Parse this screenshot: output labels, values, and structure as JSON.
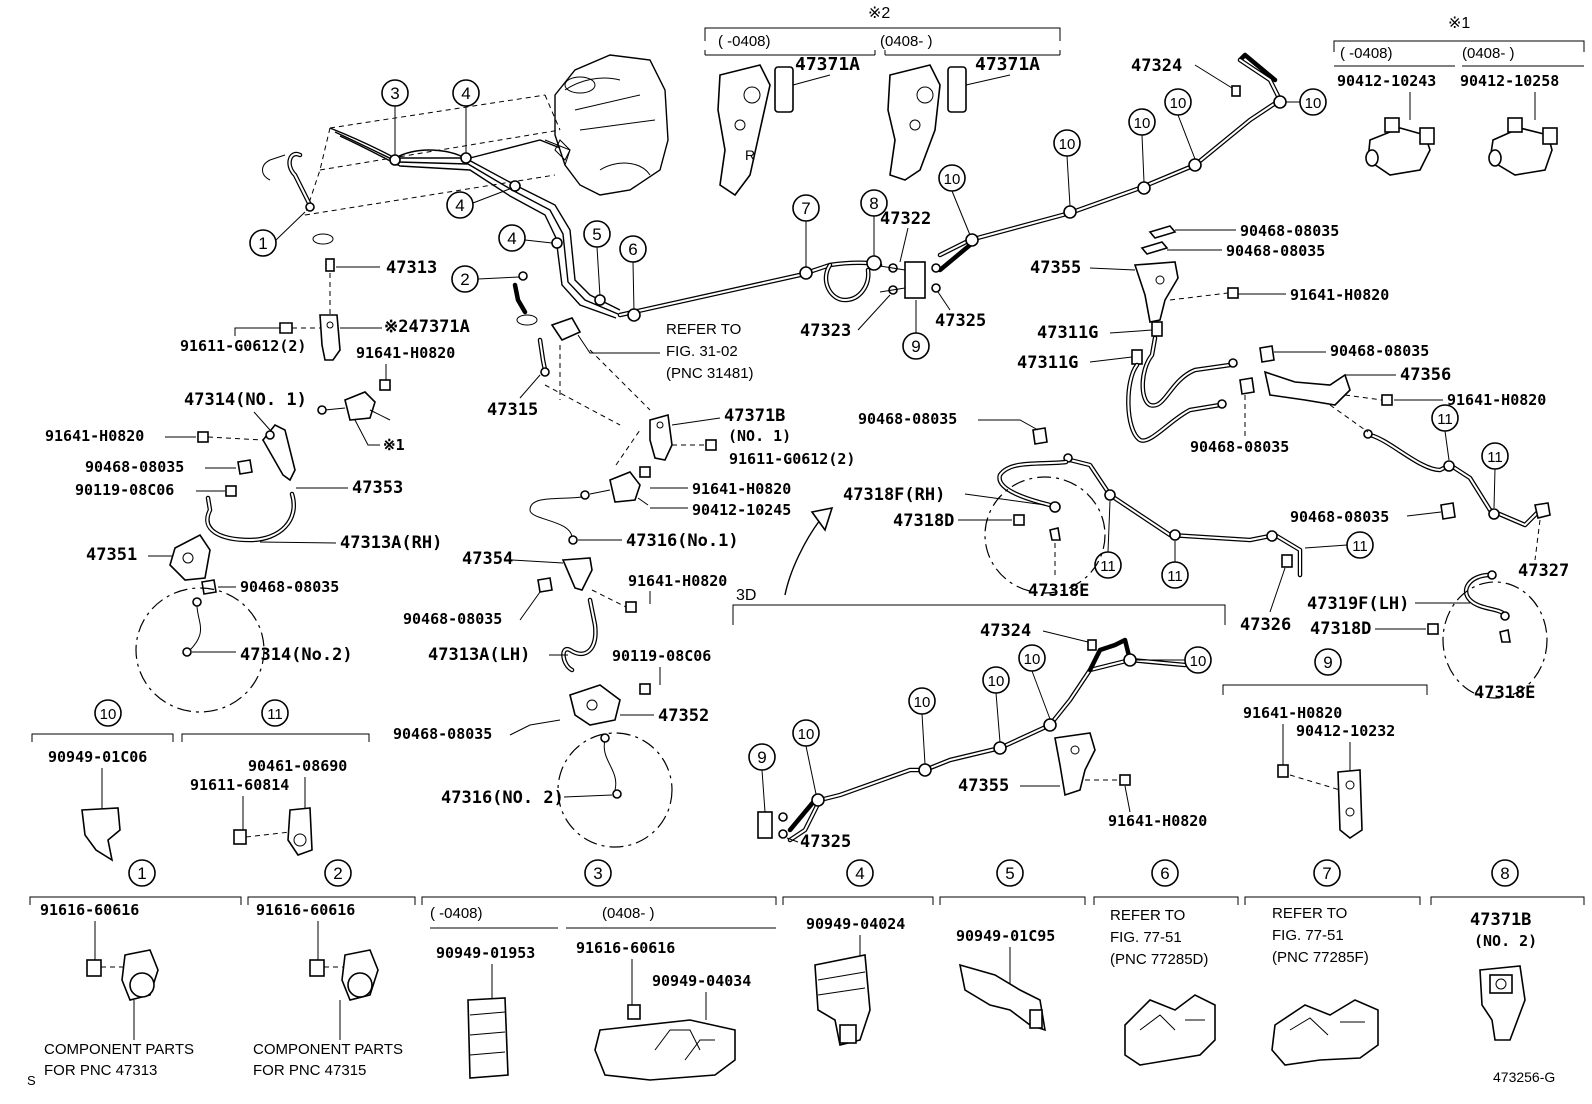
{
  "diagram": {
    "callouts": [
      {
        "id": "c1",
        "num": "1"
      },
      {
        "id": "c2",
        "num": "2"
      },
      {
        "id": "c3",
        "num": "3"
      },
      {
        "id": "c4a",
        "num": "4"
      },
      {
        "id": "c4b",
        "num": "4"
      },
      {
        "id": "c4c",
        "num": "4"
      },
      {
        "id": "c5",
        "num": "5"
      },
      {
        "id": "c6",
        "num": "6"
      },
      {
        "id": "c7",
        "num": "7"
      },
      {
        "id": "c8",
        "num": "8"
      },
      {
        "id": "c9a",
        "num": "9"
      },
      {
        "id": "c9b",
        "num": "9"
      },
      {
        "id": "c9c",
        "num": "9"
      },
      {
        "id": "c10",
        "num": "10"
      },
      {
        "id": "c11",
        "num": "11"
      }
    ],
    "labels": {
      "l47313": "47313",
      "l47371A_left": "※247371A",
      "l91611_g0612_l": "91611-G0612(2)",
      "l91641_h0820_a": "91641-H0820",
      "l47314_no1": "47314(NO. 1)",
      "l91641_h0820_b": "91641-H0820",
      "l90468_a": "90468-08035",
      "l90119_a": "90119-08C06",
      "l47353": "47353",
      "l47351": "47351",
      "l47313A_rh": "47313A(RH)",
      "l90468_b": "90468-08035",
      "l47314_no2": "47314(No.2)",
      "l47315": "47315",
      "l47371B_no1a": "47371B",
      "l47371B_no1b": "(NO. 1)",
      "l91611_g0612_r": "91611-G0612(2)",
      "l91641_h0820_c": "91641-H0820",
      "l90412_10245": "90412-10245",
      "l47316_no1": "47316(No.1)",
      "l47354": "47354",
      "l91641_h0820_d": "91641-H0820",
      "l90468_c": "90468-08035",
      "l47313A_lh": "47313A(LH)",
      "l90119_b": "90119-08C06",
      "l47352": "47352",
      "l90468_d": "90468-08035",
      "l47316_no2": "47316(NO. 2)",
      "ref1a": "REFER TO",
      "ref1b": "FIG. 31-02",
      "ref1c": "(PNC 31481)",
      "l47322": "47322",
      "l47323": "47323",
      "l47325_top": "47325",
      "l47324_top": "47324",
      "l90468_e": "90468-08035",
      "l90468_f": "90468-08035",
      "l47355_top": "47355",
      "l91641_h0820_e": "91641-H0820",
      "l47311G_a": "47311G",
      "l47311G_b": "47311G",
      "l90468_g": "90468-08035",
      "l47356": "47356",
      "l91641_h0820_f": "91641-H0820",
      "l90468_h": "90468-08035",
      "l90468_i": "90468-08035",
      "l47318F_rh": "47318F(RH)",
      "l47318D_a": "47318D",
      "l47318E_a": "47318E",
      "l90468_j": "90468-08035",
      "l47327": "47327",
      "l47326": "47326",
      "l47319F_lh": "47319F(LH)",
      "l47318D_b": "47318D",
      "l47318E_b": "47318E",
      "l3d": "3D",
      "l47324_mid": "47324",
      "l47355_mid": "47355",
      "l91641_h0820_g": "91641-H0820",
      "l47325_mid": "47325",
      "l91641_h0820_h": "91641-H0820",
      "l90412_10232": "90412-10232",
      "star2": "※2",
      "star2_range1": "(  -0408)",
      "star2_range2": "(0408-    )",
      "l47371A_t1": "47371A",
      "l47371A_t2": "47371A",
      "star1": "※1",
      "star1_range1": "(  -0408)",
      "star1_range2": "(0408-    )",
      "l90412_10243": "90412-10243",
      "l90412_10258": "90412-10258",
      "l90949_01c06": "90949-01C06",
      "l90461_08690": "90461-08690",
      "l91611_60814": "91611-60814",
      "l91616_60616_a": "91616-60616",
      "comp1a": "COMPONENT PARTS",
      "comp1b": "FOR PNC 47313",
      "l91616_60616_b": "91616-60616",
      "comp2a": "COMPONENT PARTS",
      "comp2b": "FOR PNC 47315",
      "s3_range1": "(  -0408)",
      "s3_range2": "(0408-      )",
      "l90949_01953": "90949-01953",
      "l91616_60616_c": "91616-60616",
      "l90949_04034": "90949-04034",
      "l90949_04024": "90949-04024",
      "l90949_01c95": "90949-01C95",
      "ref6a": "REFER TO",
      "ref6b": "FIG. 77-51",
      "ref6c": "(PNC 77285D)",
      "ref7a": "REFER TO",
      "ref7b": "FIG. 77-51",
      "ref7c": "(PNC 77285F)",
      "l47371B_no2a": "47371B",
      "l47371B_no2b": "(NO. 2)",
      "s_mark": "S",
      "fig_code": "473256-G"
    }
  }
}
